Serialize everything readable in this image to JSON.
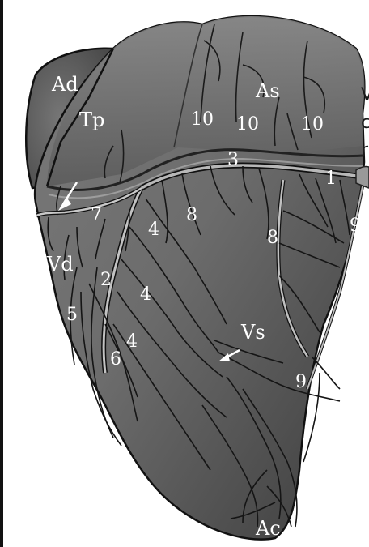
{
  "figure": {
    "labels": {
      "ad": "Ad",
      "tp": "Tp",
      "as": "As",
      "vd": "Vd",
      "vs": "Vs",
      "ac": "Ac",
      "n1": "1",
      "n2": "2",
      "n3": "3",
      "n4a": "4",
      "n4b": "4",
      "n4c": "4",
      "n5": "5",
      "n6": "6",
      "n7": "7",
      "n8a": "8",
      "n8b": "8",
      "n9a": "9",
      "n9b": "9",
      "n10a": "10",
      "n10b": "10",
      "n10c": "10"
    },
    "edge_text": {
      "line1": "V",
      "line2": "c",
      "line3": "r"
    }
  }
}
